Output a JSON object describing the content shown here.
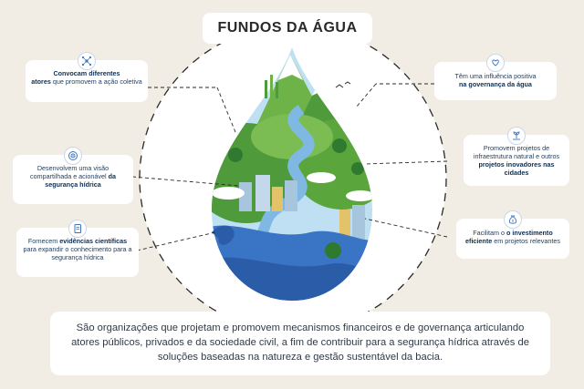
{
  "title": "FUNDOS DA ÁGUA",
  "cards": {
    "left1": {
      "icon": "network-icon",
      "bold1": "Convocam diferentes",
      "bold2": "atores",
      "text": " que promovem a ação coletiva"
    },
    "left2": {
      "icon": "target-icon",
      "text": "Desenvolvem uma visão compartilhada e acionável ",
      "bold": "da segurança hídrica"
    },
    "left3": {
      "icon": "document-icon",
      "text1": "Fornecem ",
      "bold": "evidências científicas",
      "text2": " para expandir o conhecimento para a segurança hídrica"
    },
    "right1": {
      "icon": "heart-hands-icon",
      "text": "Têm uma influência positiva ",
      "bold": "na governança da água"
    },
    "right2": {
      "icon": "plant-hand-icon",
      "text": "Promovem projetos de infraestrutura natural e outros ",
      "bold": "projetos inovadores nas cidades"
    },
    "right3": {
      "icon": "money-bag-icon",
      "text1": "Facilitam o ",
      "bold": "o investimento eficiente",
      "text2": " em projetos relevantes"
    }
  },
  "description": "São organizações que projetam e promovem mecanismos financeiros e de governança articulando atores públicos, privados e da sociedade civil, a fim de contribuir para a segurança hídrica através de soluções baseadas na natureza e gestão sustentável da bacia.",
  "colors": {
    "background": "#f1ece4",
    "green": "#5aa53c",
    "dark_green": "#2f7a2f",
    "blue": "#3a74c4",
    "light_blue": "#a8cdea",
    "navy": "#0f2f53"
  }
}
